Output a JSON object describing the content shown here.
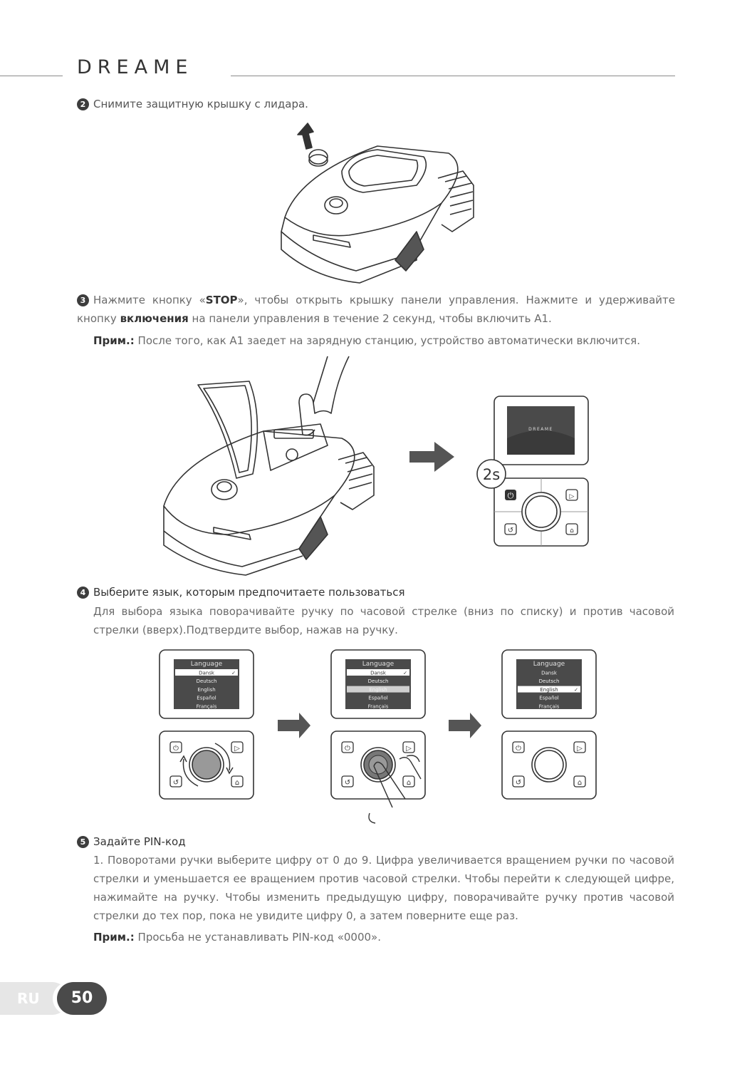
{
  "header": {
    "brand": "DREAME"
  },
  "steps": [
    {
      "number": "2",
      "title": "Снимите защитную крышку с лидара."
    },
    {
      "number": "3",
      "text_a": "Нажмите кнопку «",
      "stop": "STOP",
      "text_b": "», чтобы открыть крышку панели управления. Нажмите и удерживайте кнопку ",
      "power": "включения",
      "text_c": " на панели управления в течение 2 секунд, чтобы включить A1.",
      "note_label": "Прим.:",
      "note": " После того, как A1 заедет на зарядную станцию, устройство автоматически включится."
    },
    {
      "number": "4",
      "title": "Выберите язык, которым предпочитаете пользоваться",
      "text": "Для выбора языка поворачивайте ручку по часовой стрелке (вниз по списку) и против часовой стрелки (вверх).Подтвердите выбор, нажав на ручку."
    },
    {
      "number": "5",
      "title": "Задайте PIN-код",
      "text": "1. Поворотами ручки выберите цифру от 0 до 9. Цифра увеличивается вращением ручки по часовой стрелки и уменьшается ее вращением против часовой стрелки. Чтобы перейти к следующей цифре, нажимайте на ручку. Чтобы изменить предыдущую цифру, поворачивайте ручку против часовой стрелки до тех пор, пока не увидите цифру 0, а затем поверните еще раз.",
      "note_label": "Прим.:",
      "note": " Просьба не устанавливать PIN-код «0000»."
    }
  ],
  "figure3": {
    "screen_logo": "DREAME",
    "hold_label": "2s"
  },
  "language_screens": {
    "title": "Language",
    "items": [
      "Dansk",
      "Deutsch",
      "English",
      "Español",
      "Français"
    ],
    "check": "✓"
  },
  "footer": {
    "lang": "RU",
    "page": "50"
  }
}
